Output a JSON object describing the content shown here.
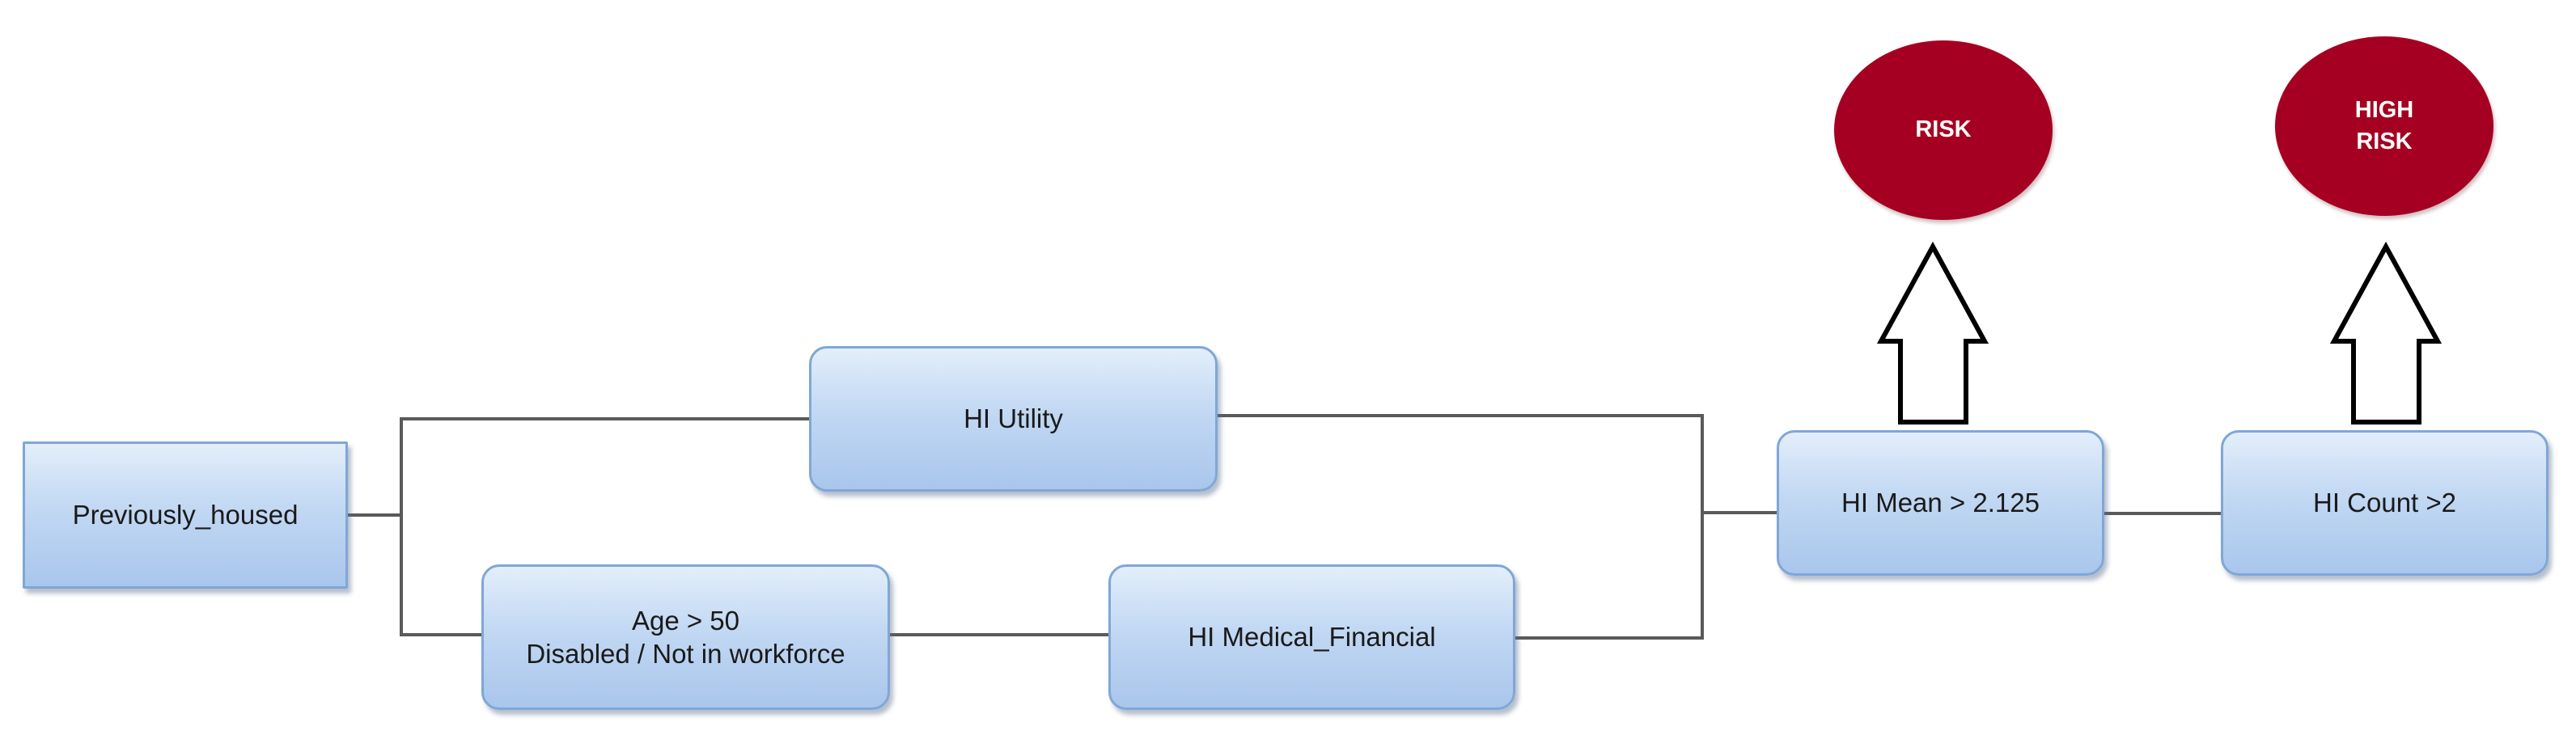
{
  "diagram": {
    "nodes": {
      "previously_housed": "Previously_housed",
      "hi_utility": "HI Utility",
      "age_disabled_line1": "Age > 50",
      "age_disabled_line2": "Disabled / Not in workforce",
      "hi_medical_financial": "HI Medical_Financial",
      "hi_mean": "HI Mean > 2.125",
      "hi_count": "HI Count >2"
    },
    "outcomes": {
      "risk": "RISK",
      "high_risk": "HIGH\nRISK"
    },
    "colors": {
      "box_fill_top": "#e3eefb",
      "box_fill_bottom": "#a9c6ec",
      "box_border": "#7fa7d6",
      "outcome_fill": "#a50021",
      "outcome_text": "#ffffff",
      "connector": "#5a5a5a"
    }
  }
}
